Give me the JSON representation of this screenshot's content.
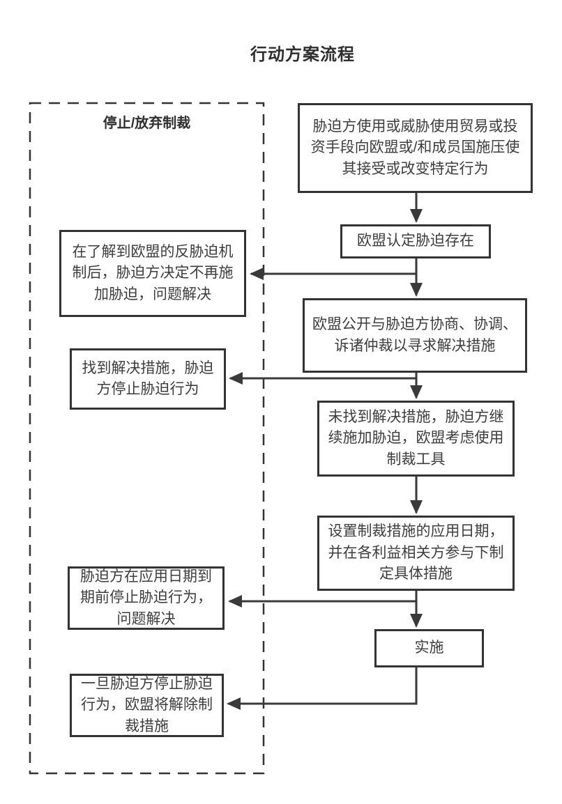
{
  "title": "行动方案流程",
  "container": {
    "label": "停止/放弃制裁"
  },
  "nodes": {
    "r1": {
      "text": "胁迫方使用或威胁使用贸易或投资手段向欧盟或/和成员国施压使其接受或改变特定行为"
    },
    "r2": {
      "text": "欧盟认定胁迫存在"
    },
    "r3": {
      "text": "欧盟公开与胁迫方协商、协调、诉诸仲裁以寻求解决措施"
    },
    "r4": {
      "text": "未找到解决措施，胁迫方继续施加胁迫，欧盟考虑使用制裁工具"
    },
    "r5": {
      "text": "设置制裁措施的应用日期，并在各利益相关方参与下制定具体措施"
    },
    "r6": {
      "text": "实施"
    },
    "l1": {
      "text": "在了解到欧盟的反胁迫机制后，胁迫方决定不再施加胁迫，问题解决"
    },
    "l2": {
      "text": "找到解决措施，胁迫方停止胁迫行为"
    },
    "l3": {
      "text": "胁迫方在应用日期到期前停止胁迫行为，问题解决"
    },
    "l4": {
      "text": "一旦胁迫方停止胁迫行为，欧盟将解除制裁措施"
    }
  },
  "colors": {
    "line": "#3a3a3a",
    "border": "#333333",
    "text": "#3d3d3d",
    "background": "#ffffff"
  }
}
